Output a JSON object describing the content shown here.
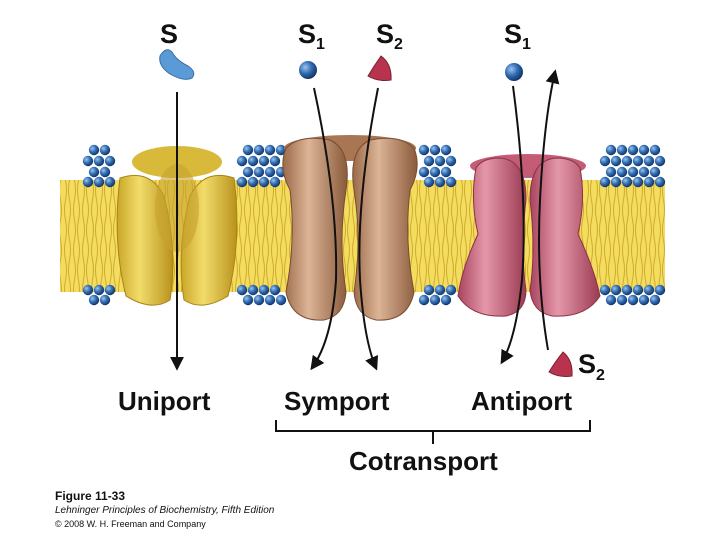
{
  "diagram": {
    "substrate_labels": {
      "uniport": "S",
      "symport_1": "S",
      "symport_1_sub": "1",
      "symport_2": "S",
      "symport_2_sub": "2",
      "antiport_1": "S",
      "antiport_1_sub": "1",
      "antiport_2": "S",
      "antiport_2_sub": "2"
    },
    "transporter_labels": {
      "uniport": "Uniport",
      "symport": "Symport",
      "antiport": "Antiport"
    },
    "group_label": "Cotransport",
    "colors": {
      "uniport_protein": "#e9cc4a",
      "symport_protein": "#c99a78",
      "antiport_protein": "#d9788f",
      "lipid_head": "#2f6cb0",
      "lipid_tail": "#f3dc5e",
      "substrate_s": "#5a9ad6",
      "substrate_s1": "#2a3c8c",
      "substrate_s2": "#b8344e"
    }
  },
  "caption": {
    "figure": "Figure 11-33",
    "book": "Lehninger Principles of Biochemistry, Fifth Edition",
    "copyright": "© 2008 W. H. Freeman and Company"
  }
}
